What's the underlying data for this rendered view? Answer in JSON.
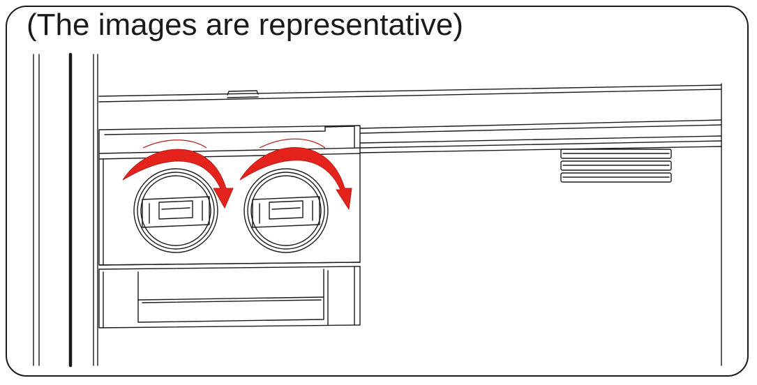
{
  "caption": "(The images are representative)",
  "colors": {
    "line": "#1a1a1a",
    "arrow": "#e3231c",
    "arrow_dark": "#b81a14",
    "background": "#ffffff"
  },
  "knobs": [
    {
      "name": "left-knob",
      "rotation_direction": "clockwise"
    },
    {
      "name": "right-knob",
      "rotation_direction": "clockwise"
    }
  ]
}
